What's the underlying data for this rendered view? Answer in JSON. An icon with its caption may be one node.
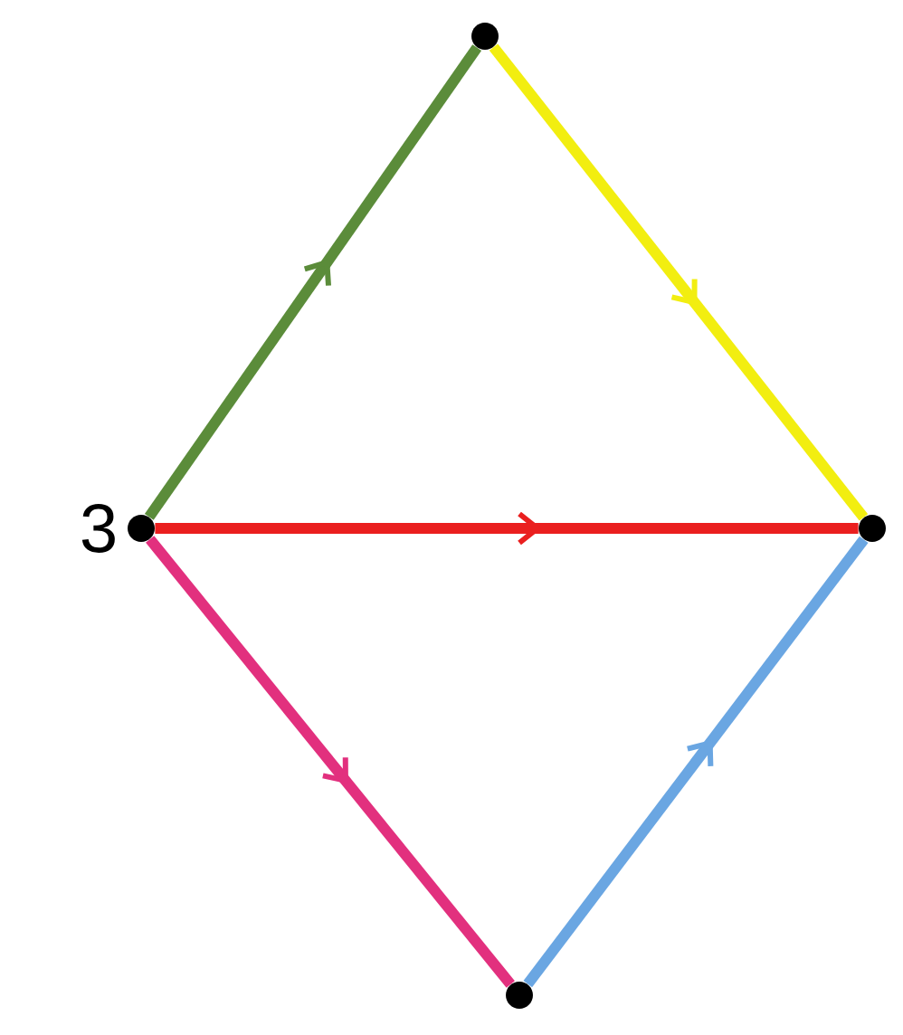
{
  "diagram": {
    "nodes": [
      {
        "text": [],
        "shape": "circle"
      },
      {
        "text": [],
        "shape": "circle",
        "beside": [
          "3"
        ]
      },
      {
        "text": [],
        "shape": "circle"
      },
      {
        "text": [],
        "shape": "circle"
      }
    ],
    "edges": [
      {
        "from": 1,
        "to": 0,
        "arrow": "to",
        "color": "#5b8c3a"
      },
      {
        "from": 0,
        "to": 2,
        "arrow": "to",
        "color": "#f2ee10"
      },
      {
        "from": 1,
        "to": 2,
        "arrow": "to",
        "color": "#ea1f1f"
      },
      {
        "from": 1,
        "to": 3,
        "arrow": "to",
        "color": "#e2307e"
      },
      {
        "from": 3,
        "to": 2,
        "arrow": "to",
        "color": "#6aa6e2"
      }
    ]
  }
}
